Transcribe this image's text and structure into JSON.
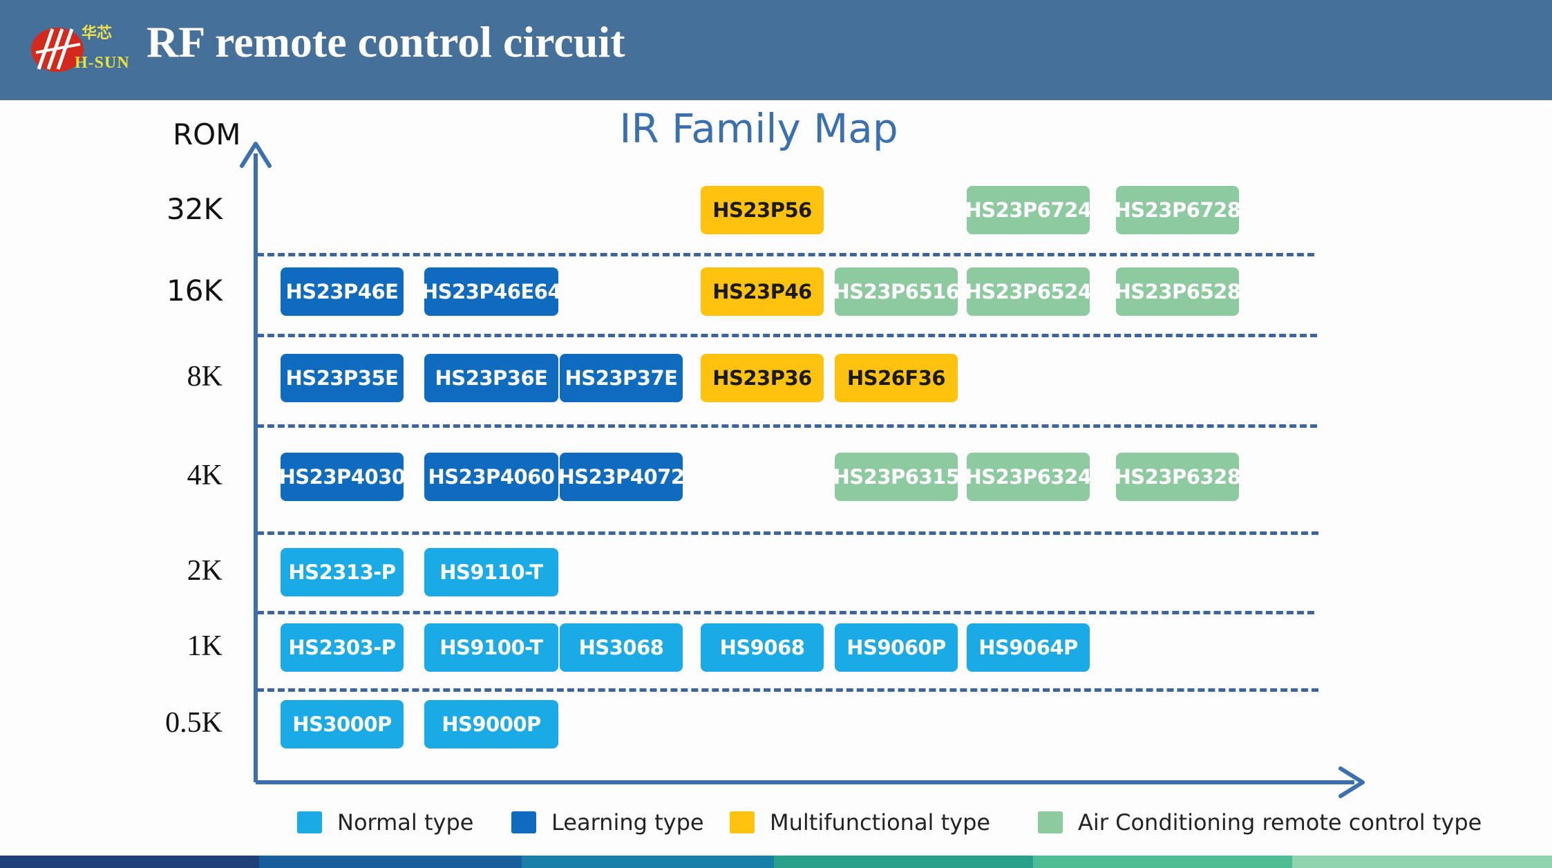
{
  "header": {
    "title": "RF remote control circuit",
    "logo_text": "H-SUN",
    "logo_cn": "华芯"
  },
  "chart_data": {
    "type": "table",
    "title": "IR Family Map",
    "ylabel": "ROM",
    "grid": true,
    "legend_position": "bottom",
    "rows": [
      {
        "label": "32K",
        "items": [
          [
            "HS23P56",
            "multifunctional"
          ],
          [
            "HS23P6724",
            "air_conditioning"
          ],
          [
            "HS23P6728",
            "air_conditioning"
          ]
        ]
      },
      {
        "label": "16K",
        "items": [
          [
            "HS23P46E",
            "learning"
          ],
          [
            "HS23P46E64",
            "learning"
          ],
          [
            "HS23P46",
            "multifunctional"
          ],
          [
            "HS23P6516",
            "air_conditioning"
          ],
          [
            "HS23P6524",
            "air_conditioning"
          ],
          [
            "HS23P6528",
            "air_conditioning"
          ]
        ]
      },
      {
        "label": "8K",
        "items": [
          [
            "HS23P35E",
            "learning"
          ],
          [
            "HS23P36E",
            "learning"
          ],
          [
            "HS23P37E",
            "learning"
          ],
          [
            "HS23P36",
            "multifunctional"
          ],
          [
            "HS26F36",
            "multifunctional"
          ]
        ]
      },
      {
        "label": "4K",
        "items": [
          [
            "HS23P4030",
            "learning"
          ],
          [
            "HS23P4060",
            "learning"
          ],
          [
            "HS23P4072",
            "learning"
          ],
          [
            "HS23P6315",
            "air_conditioning"
          ],
          [
            "HS23P6324",
            "air_conditioning"
          ],
          [
            "HS23P6328",
            "air_conditioning"
          ]
        ]
      },
      {
        "label": "2K",
        "items": [
          [
            "HS2313-P",
            "normal"
          ],
          [
            "HS9110-T",
            "normal"
          ]
        ]
      },
      {
        "label": "1K",
        "items": [
          [
            "HS2303-P",
            "normal"
          ],
          [
            "HS9100-T",
            "normal"
          ],
          [
            "HS3068",
            "normal"
          ],
          [
            "HS9068",
            "normal"
          ],
          [
            "HS9060P",
            "normal"
          ],
          [
            "HS9064P",
            "normal"
          ]
        ]
      },
      {
        "label": "0.5K",
        "items": [
          [
            "HS3000P",
            "normal"
          ],
          [
            "HS9000P",
            "normal"
          ]
        ]
      }
    ],
    "legend": [
      {
        "key": "normal",
        "label": "Normal type",
        "color": "#1aaae6"
      },
      {
        "key": "learning",
        "label": "Learning type",
        "color": "#0f6bbd"
      },
      {
        "key": "multifunctional",
        "label": "Multifunctional type",
        "color": "#ffc20e"
      },
      {
        "key": "air_conditioning",
        "label": "Air Conditioning remote control type",
        "color": "#8ecaa0"
      }
    ]
  },
  "colors": {
    "header": "#45709a",
    "axis": "#3a6fb0",
    "gridline": "#3b64a0"
  }
}
